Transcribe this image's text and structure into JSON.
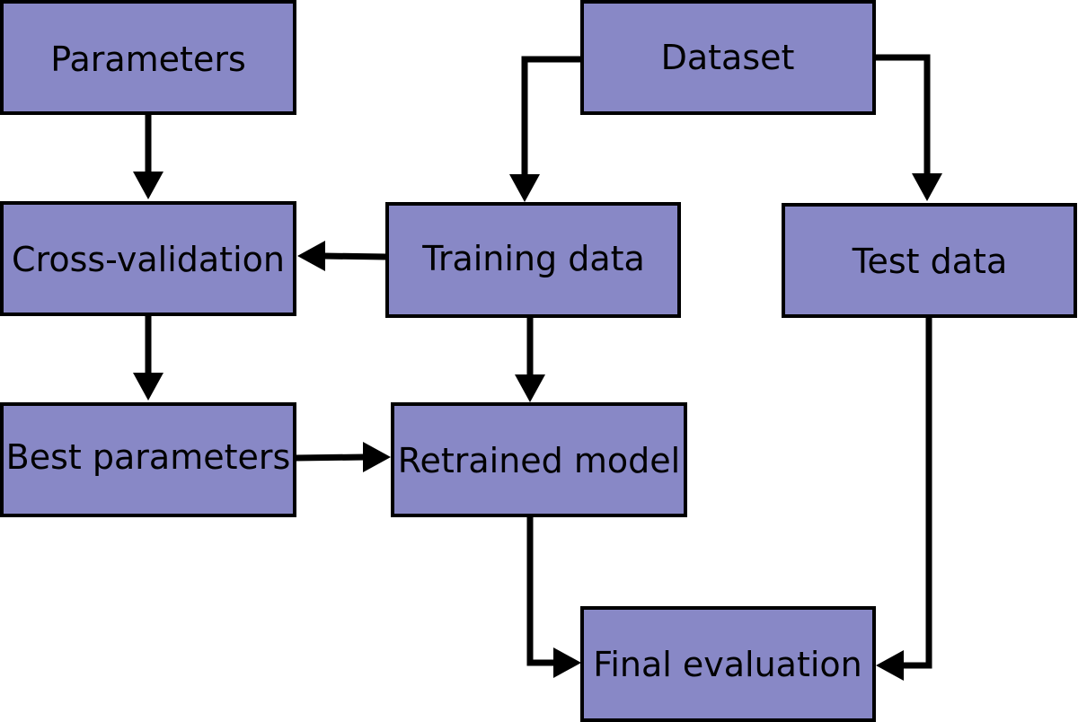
{
  "diagram": {
    "nodes": {
      "parameters": {
        "label": "Parameters"
      },
      "dataset": {
        "label": "Dataset"
      },
      "cross_validation": {
        "label": "Cross-validation"
      },
      "training_data": {
        "label": "Training data"
      },
      "test_data": {
        "label": "Test data"
      },
      "best_parameters": {
        "label": "Best parameters"
      },
      "retrained_model": {
        "label": "Retrained model"
      },
      "final_evaluation": {
        "label": "Final evaluation"
      }
    },
    "edges": [
      {
        "from": "parameters",
        "to": "cross_validation"
      },
      {
        "from": "dataset",
        "to": "training_data"
      },
      {
        "from": "dataset",
        "to": "test_data"
      },
      {
        "from": "training_data",
        "to": "cross_validation"
      },
      {
        "from": "cross_validation",
        "to": "best_parameters"
      },
      {
        "from": "training_data",
        "to": "retrained_model"
      },
      {
        "from": "best_parameters",
        "to": "retrained_model"
      },
      {
        "from": "retrained_model",
        "to": "final_evaluation"
      },
      {
        "from": "test_data",
        "to": "final_evaluation"
      }
    ],
    "colors": {
      "box_fill": "#8888c6",
      "stroke": "#000000",
      "text": "#000000"
    }
  }
}
